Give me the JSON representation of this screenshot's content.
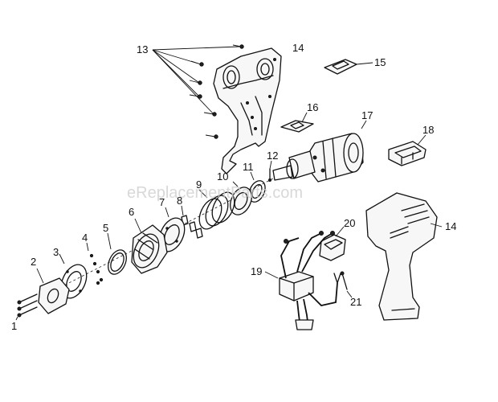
{
  "watermark": "eReplacementParts.com",
  "callouts": [
    {
      "id": "1",
      "label": "1"
    },
    {
      "id": "2",
      "label": "2"
    },
    {
      "id": "3",
      "label": "3"
    },
    {
      "id": "4",
      "label": "4"
    },
    {
      "id": "5",
      "label": "5"
    },
    {
      "id": "6",
      "label": "6"
    },
    {
      "id": "7",
      "label": "7"
    },
    {
      "id": "8",
      "label": "8"
    },
    {
      "id": "9",
      "label": "9"
    },
    {
      "id": "10",
      "label": "10"
    },
    {
      "id": "11",
      "label": "11"
    },
    {
      "id": "12",
      "label": "12"
    },
    {
      "id": "13",
      "label": "13"
    },
    {
      "id": "14a",
      "label": "14"
    },
    {
      "id": "14b",
      "label": "14"
    },
    {
      "id": "15",
      "label": "15"
    },
    {
      "id": "16",
      "label": "16"
    },
    {
      "id": "17",
      "label": "17"
    },
    {
      "id": "18",
      "label": "18"
    },
    {
      "id": "19",
      "label": "19"
    },
    {
      "id": "20",
      "label": "20"
    },
    {
      "id": "21",
      "label": "21"
    }
  ]
}
